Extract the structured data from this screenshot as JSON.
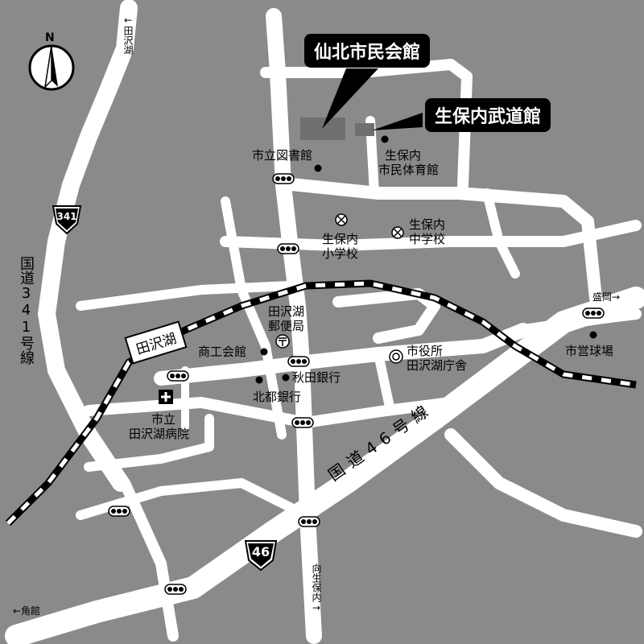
{
  "map": {
    "north_label": "N",
    "callouts": {
      "civic_hall": "仙北市民会館",
      "budokan": "生保内武道館"
    },
    "roads": {
      "route46_text": "国道46号線",
      "route341_text": "国道341号線",
      "route46_shield": "46",
      "route341_shield": "341"
    },
    "directions": {
      "tazawako_top": "←田沢湖",
      "morioka": "盛岡→",
      "kakunodate": "←角館",
      "obonai_south": "向生保内→"
    },
    "station": "田沢湖",
    "places": {
      "library": "市立図書館",
      "gym_line1": "生保内",
      "gym_line2": "市民体育館",
      "elem_line1": "生保内",
      "elem_line2": "小学校",
      "jhs_line1": "生保内",
      "jhs_line2": "中学校",
      "post_line1": "田沢湖",
      "post_line2": "郵便局",
      "chamber": "商工会館",
      "akita_bank": "秋田銀行",
      "hokuto_bank": "北都銀行",
      "cityhall_line1": "市役所",
      "cityhall_line2": "田沢湖庁舎",
      "baseball": "市営球場",
      "hospital_line1": "市立",
      "hospital_line2": "田沢湖病院"
    },
    "colors": {
      "background": "#8a8a8a",
      "road": "#ffffff",
      "building": "#6f6f6f",
      "callout_bg": "#000000"
    }
  }
}
